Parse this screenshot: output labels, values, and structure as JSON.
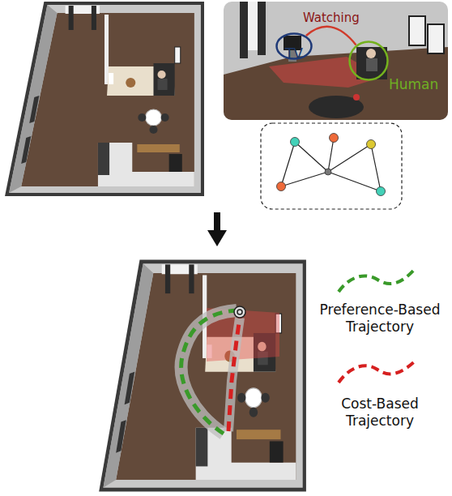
{
  "diagram": {
    "nodes": [
      {
        "text": [
          "TV"
        ]
      },
      {
        "text": [
          "Human"
        ]
      }
    ],
    "edges": [
      {
        "from": 0,
        "to": 1,
        "label": "Watching",
        "arrow": "none"
      }
    ],
    "legend": [
      {
        "text": "Preference-Based Trajectory"
      },
      {
        "text": "Cost-Based Trajectory"
      }
    ]
  }
}
